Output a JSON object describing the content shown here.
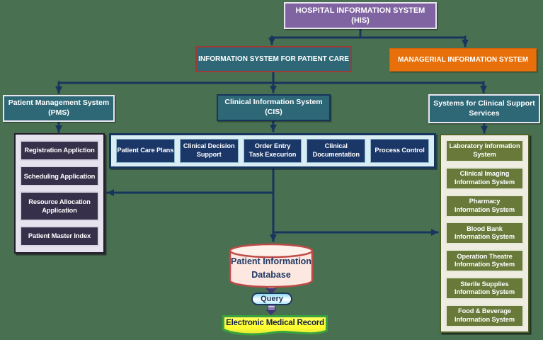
{
  "palette": {
    "background": "#4A7052",
    "connector": "#17365D",
    "his_purple": "#8064A2",
    "teal": "#2E6877",
    "orange": "#E8700A",
    "navy_item": "#1B3768",
    "plum_item": "#37304A",
    "olive_item": "#68793A",
    "database_pink": "#FCE8E0",
    "database_border_red": "#BE4B48",
    "emr_yellow": "#FFFF2E",
    "emr_border_green": "#38A23C",
    "query_blue": "#8FD8F0",
    "flow_arrow_purple": "#8171A8"
  },
  "nodes": {
    "his": "HOSPITAL INFORMATION SYSTEM\n(HIS)",
    "ispc": "INFORMATION SYSTEM FOR PATIENT CARE",
    "mis": "MANAGERIAL INFORMATION SYSTEM",
    "pms": "Patient Management System\n(PMS)",
    "cis": "Clinical Information System\n(CIS)",
    "scss": "Systems for Clinical Support\nServices"
  },
  "pms_items": [
    "Registration Appliction",
    "Scheduling Application",
    "Resource Allocation\nApplication",
    "Patient Master Index"
  ],
  "cis_items": [
    "Patient Care Plans",
    "Clinical Decision\nSupport",
    "Order Entry\nTask Execurion",
    "Clinical\nDocumentation",
    "Process Control"
  ],
  "support_items": [
    "Laboratory Information\nSystem",
    "Clinical Imaging\nInformation System",
    "Pharmacy\nInformation System",
    "Blood Bank\nInformation System",
    "Operation Theatre\nInformation System",
    "Sterile Supplies\nInformation System",
    "Food & Beverage\nInformation System"
  ],
  "database_label": "Patient Information\nDatabase",
  "query_label": "Query",
  "emr_label": "Electronic Medical Record"
}
